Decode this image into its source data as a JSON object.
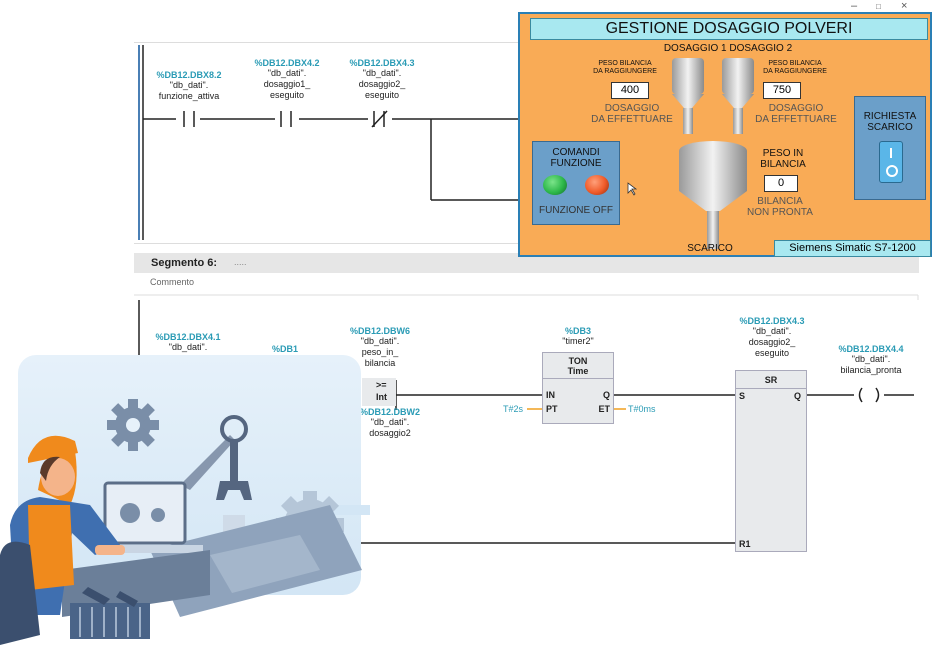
{
  "window_controls": {
    "minimize": "–",
    "maximize": "□",
    "close": "×"
  },
  "segment5": {
    "contacts": [
      {
        "address": "%DB12.DBX8.2",
        "name_1": "\"db_dati\".",
        "name_2": "funzione_attiva"
      },
      {
        "address": "%DB12.DBX4.2",
        "name_1": "\"db_dati\".",
        "name_2": "dosaggio1_",
        "name_3": "eseguito"
      },
      {
        "address": "%DB12.DBX4.3",
        "name_1": "\"db_dati\".",
        "name_2": "dosaggio2_",
        "name_3": "eseguito"
      }
    ]
  },
  "segment6": {
    "header": "Segmento 6:",
    "header_comment": ".....",
    "comment": "Commento",
    "contact1": {
      "address": "%DB12.DBX4.1",
      "name_1": "\"db_dati\"."
    },
    "partial_address": "%DB1",
    "compare": {
      "address": "%DB12.DBW6",
      "name_1": "\"db_dati\".",
      "name_2": "peso_in_",
      "name_3": "bilancia",
      "op": ">=",
      "type": "Int",
      "address2": "%DB12.DBW2",
      "name2_1": "\"db_dati\".",
      "name2_2": "dosaggio2"
    },
    "timer": {
      "address": "%DB3",
      "name": "\"timer2\"",
      "type": "TON",
      "sub": "Time",
      "pin_in": "IN",
      "pin_pt": "PT",
      "pin_q": "Q",
      "pin_et": "ET",
      "pt_value": "T#2s",
      "et_value": "T#0ms"
    },
    "sr": {
      "address": "%DB12.DBX4.3",
      "name_1": "\"db_dati\".",
      "name_2": "dosaggio2_",
      "name_3": "eseguito",
      "type": "SR",
      "pin_s": "S",
      "pin_q": "Q",
      "pin_r1": "R1"
    },
    "coil": {
      "address": "%DB12.DBX4.4",
      "name_1": "\"db_dati\".",
      "name_2": "bilancia_pronta"
    }
  },
  "hmi": {
    "title": "GESTIONE DOSAGGIO POLVERI",
    "dosaggio_header": "DOSAGGIO 1  DOSAGGIO 2",
    "peso1_label_1": "PESO BILANCIA",
    "peso1_label_2": "DA RAGGIUNGERE",
    "peso1_value": "400",
    "dos1_1": "DOSAGGIO",
    "dos1_2": "DA EFFETTUARE",
    "peso2_label_1": "PESO BILANCIA",
    "peso2_label_2": "DA RAGGIUNGERE",
    "peso2_value": "750",
    "dos2_1": "DOSAGGIO",
    "dos2_2": "DA EFFETTUARE",
    "comandi_1": "COMANDI",
    "comandi_2": "FUNZIONE",
    "funzione_status": "FUNZIONE OFF",
    "peso_in_1": "PESO IN",
    "peso_in_2": "BILANCIA",
    "peso_in_value": "0",
    "bilancia_1": "BILANCIA",
    "bilancia_2": "NON PRONTA",
    "scarico": "SCARICO",
    "richiesta_1": "RICHIESTA",
    "richiesta_2": "SCARICO",
    "plc": "Siemens Simatic S7-1200",
    "colors": {
      "panel": "#f9ab56",
      "title_bar": "#a8e8f0",
      "green": "#2db84a",
      "orange": "#f05a28",
      "blue_panel": "#6b9fc9"
    }
  }
}
